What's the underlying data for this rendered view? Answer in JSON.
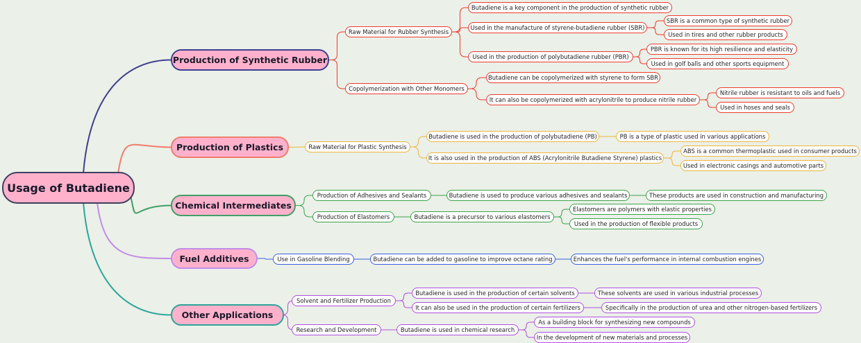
{
  "root": "Usage of Butadiene",
  "colors": {
    "synthetic_rubber": "#ee3a2c",
    "plastics": "#f0b43c",
    "chemical_intermediates": "#3aa34a",
    "fuel_additives": "#3a5fe0",
    "other_applications": "#b04fe0"
  },
  "branches": {
    "synthetic_rubber": {
      "title": "Production of Synthetic Rubber",
      "raw_material": "Raw Material for Rubber Synthesis",
      "key_component": "Butadiene is a key component in the production of synthetic rubber",
      "sbr_use": "Used in the manufacture of styrene-butadiene rubber (SBR)",
      "sbr_common": "SBR is a common type of synthetic rubber",
      "sbr_tires": "Used in tires and other rubber products",
      "pbr_use": "Used in the production of polybutadiene rubber (PBR)",
      "pbr_resilience": "PBR is known for its high resilience and elasticity",
      "pbr_golf": "Used in golf balls and other sports equipment",
      "copolymerization": "Copolymerization with Other Monomers",
      "copoly_styrene": "Butadiene can be copolymerized with styrene to form SBR",
      "copoly_acrylonitrile": "It can also be copolymerized with acrylonitrile to produce nitrile rubber",
      "nitrile_oils": "Nitrile rubber is resistant to oils and fuels",
      "nitrile_hoses": "Used in hoses and seals"
    },
    "plastics": {
      "title": "Production of Plastics",
      "raw_material": "Raw Material for Plastic Synthesis",
      "pb_use": "Butadiene is used in the production of polybutadiene (PB)",
      "pb_type": "PB is a type of plastic used in various applications",
      "abs_use": "It is also used in the production of ABS (Acrylonitrile Butadiene Styrene) plastics",
      "abs_common": "ABS is a common thermoplastic used in consumer products",
      "abs_casings": "Used in electronic casings and automotive parts"
    },
    "chemical_intermediates": {
      "title": "Chemical Intermediates",
      "adhesives": "Production of Adhesives and Sealants",
      "adhesives_use": "Butadiene is used to produce various adhesives and sealants",
      "adhesives_construction": "These products are used in construction and manufacturing",
      "elastomers": "Production of Elastomers",
      "elastomers_precursor": "Butadiene is a precursor to various elastomers",
      "elastomers_def": "Elastomers are polymers with elastic properties",
      "elastomers_flexible": "Used in the production of flexible products"
    },
    "fuel_additives": {
      "title": "Fuel Additives",
      "gasoline": "Use in Gasoline Blending",
      "octane": "Butadiene can be added to gasoline to improve octane rating",
      "performance": "Enhances the fuel's performance in internal combustion engines"
    },
    "other_applications": {
      "title": "Other Applications",
      "solvent": "Solvent and Fertilizer Production",
      "solvents_use": "Butadiene is used in the production of certain solvents",
      "solvents_industrial": "These solvents are used in various industrial processes",
      "fertilizers_use": "It can also be used in the production of certain fertilizers",
      "fertilizers_urea": "Specifically in the production of urea and other nitrogen-based fertilizers",
      "research": "Research and Development",
      "research_use": "Butadiene is used in chemical research",
      "research_block": "As a building block for synthesizing new compounds",
      "research_materials": "In the development of new materials and processes"
    }
  }
}
